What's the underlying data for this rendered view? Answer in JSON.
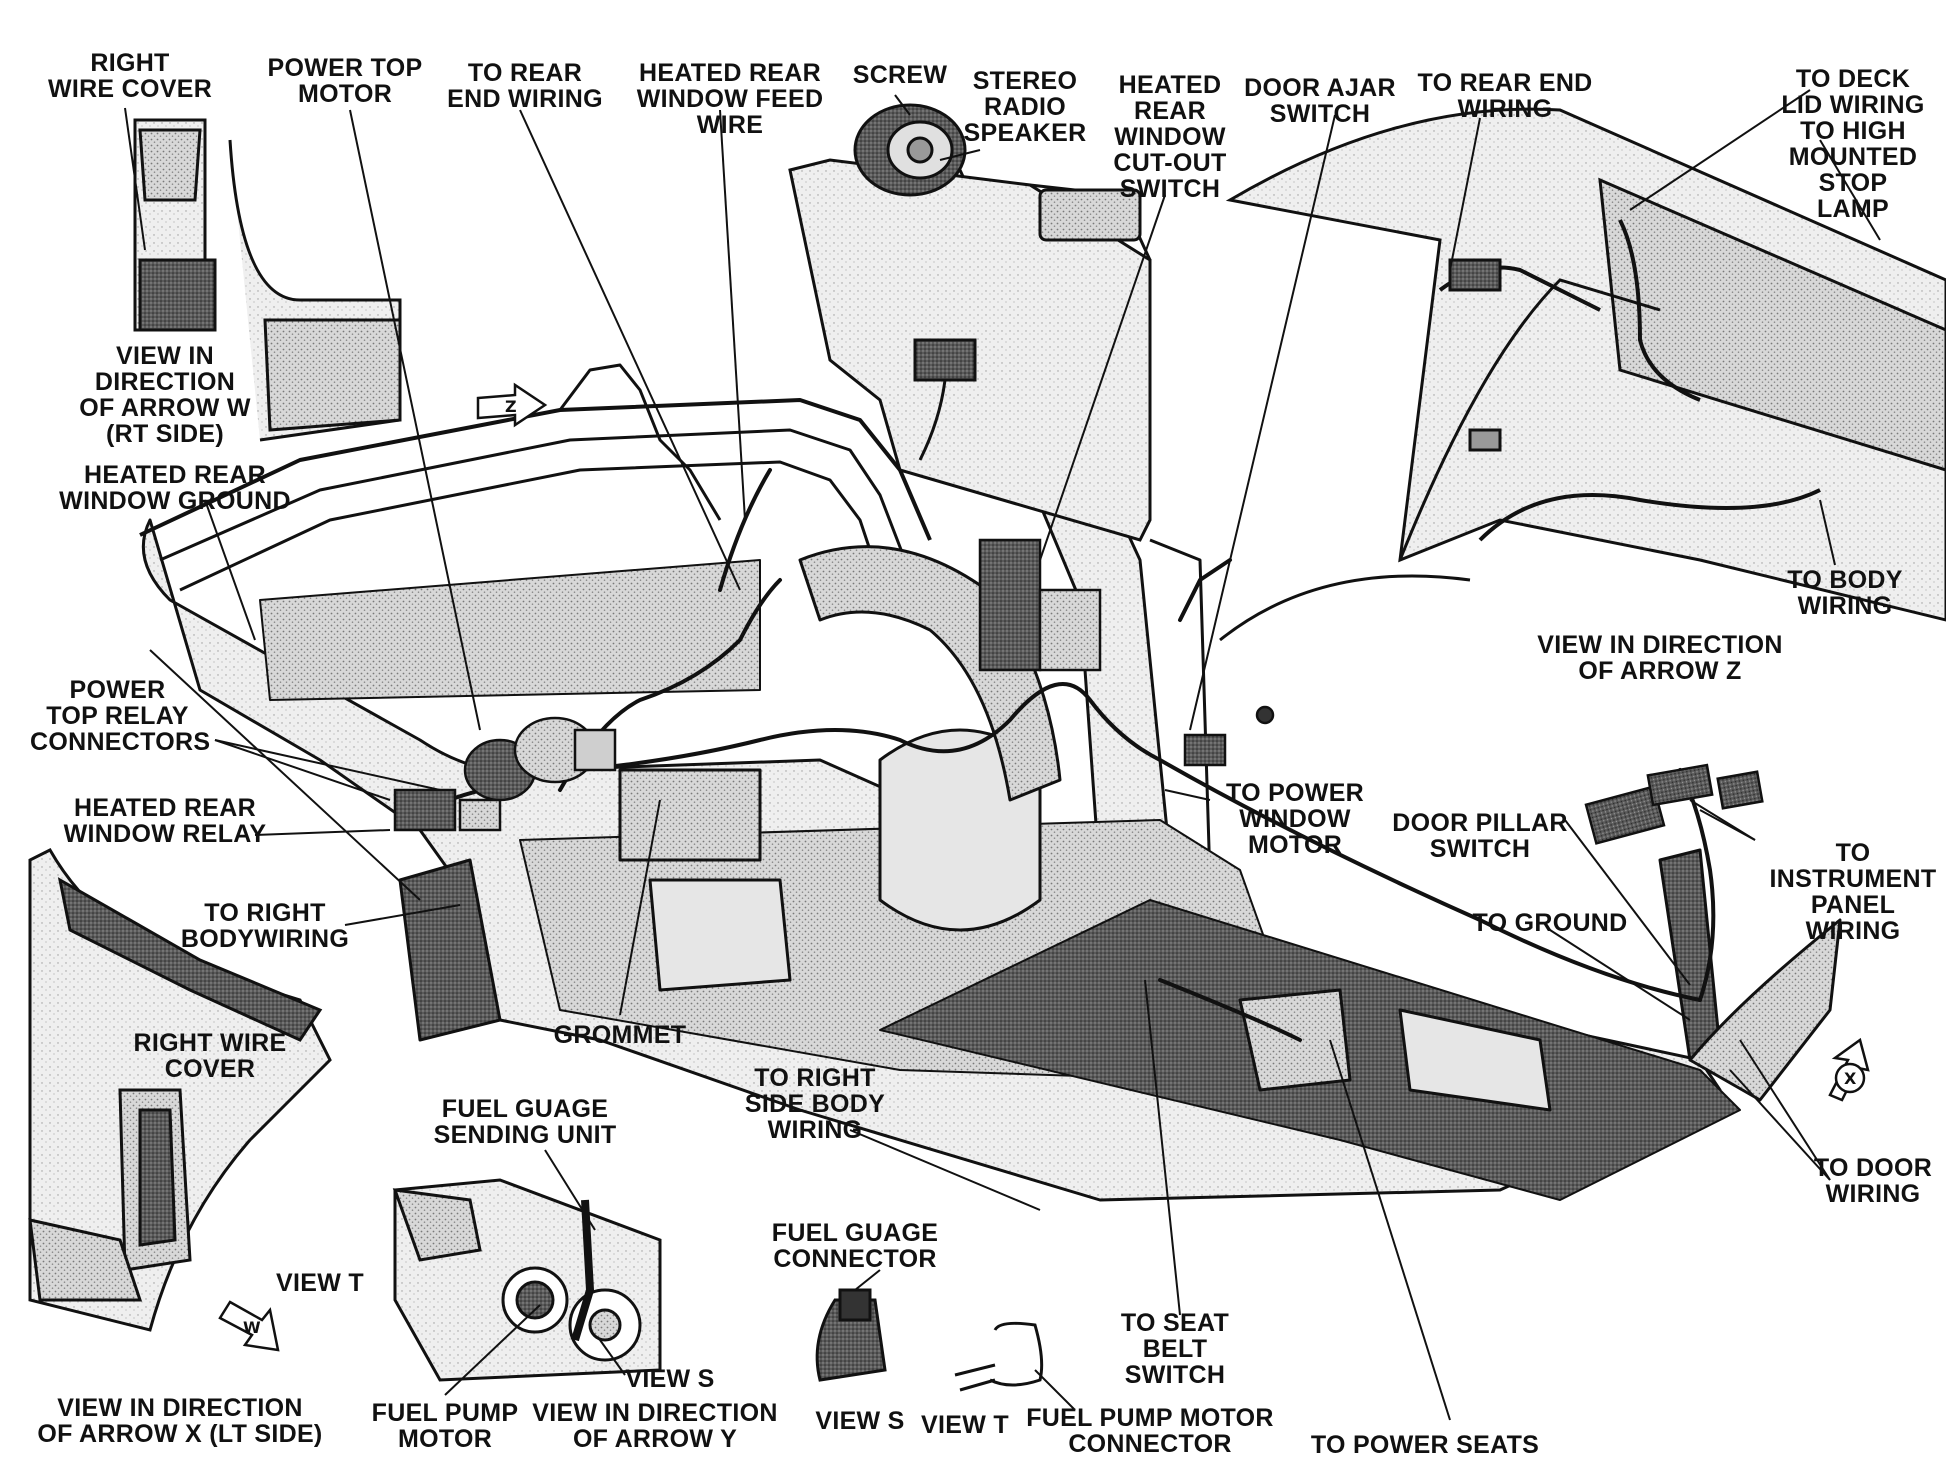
{
  "labels": {
    "right_wire_cover_top": "RIGHT\nWIRE COVER",
    "power_top_motor": "POWER TOP\nMOTOR",
    "to_rear_end_wiring_1": "TO REAR\nEND WIRING",
    "heated_rear_window_feed_wire": "HEATED REAR\nWINDOW FEED\nWIRE",
    "screw": "SCREW",
    "stereo_radio_speaker": "STEREO\nRADIO\nSPEAKER",
    "heated_rear_window_cutout_switch": "HEATED\nREAR\nWINDOW\nCUT-OUT\nSWITCH",
    "door_ajar_switch": "DOOR AJAR\nSWITCH",
    "to_rear_end_wiring_2": "TO REAR END\nWIRING",
    "to_deck_lid_wiring": "TO DECK\nLID WIRING\nTO HIGH\nMOUNTED\nSTOP\nLAMP",
    "view_arrow_w": "VIEW IN\nDIRECTION\nOF ARROW W\n(RT SIDE)",
    "heated_rear_window_ground": "HEATED REAR\nWINDOW GROUND",
    "to_body_wiring": "TO BODY\nWIRING",
    "view_arrow_z": "VIEW IN DIRECTION\nOF ARROW Z",
    "power_top_relay_connectors": "POWER\nTOP RELAY\nCONNECTORS",
    "to_power_window_motor": "TO POWER\nWINDOW\nMOTOR",
    "door_pillar_switch": "DOOR PILLAR\nSWITCH",
    "to_instrument_panel_wiring": "TO\nINSTRUMENT\nPANEL\nWIRING",
    "heated_rear_window_relay": "HEATED REAR\nWINDOW RELAY",
    "to_ground": "TO GROUND",
    "to_right_body_wiring": "TO RIGHT\nBODYWIRING",
    "right_wire_cover_bottom": "RIGHT WIRE\nCOVER",
    "grommet": "GROMMET",
    "to_right_side_body_wiring": "TO RIGHT\nSIDE BODY\nWIRING",
    "to_door_wiring": "TO DOOR\nWIRING",
    "fuel_gauge_sending_unit": "FUEL GUAGE\nSENDING UNIT",
    "fuel_gauge_connector": "FUEL GUAGE\nCONNECTOR",
    "view_t_left": "VIEW T",
    "to_seat_belt_switch": "TO SEAT\nBELT SWITCH",
    "view_s_small": "VIEW S",
    "view_arrow_x": "VIEW IN DIRECTION\nOF ARROW X (LT SIDE)",
    "fuel_pump_motor": "FUEL PUMP\nMOTOR",
    "view_arrow_y": "VIEW IN DIRECTION\nOF ARROW Y",
    "view_s": "VIEW S",
    "view_t": "VIEW T",
    "fuel_pump_motor_connector": "FUEL PUMP MOTOR\nCONNECTOR",
    "to_power_seats": "TO POWER SEATS"
  },
  "arrow_markers": {
    "z": "Z",
    "w": "W",
    "x": "X"
  }
}
